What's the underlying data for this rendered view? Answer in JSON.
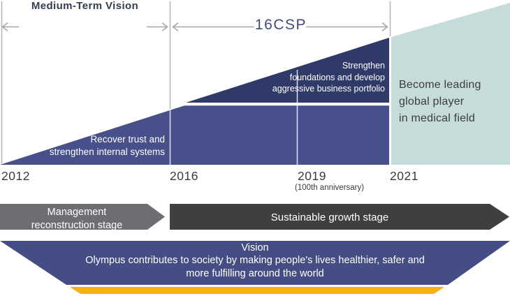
{
  "phases": {
    "phase1_label": "Medium-Term Vision",
    "phase2_label": "16CSP"
  },
  "triangle": {
    "recover_label": "Recover trust and\nstrengthen internal systems",
    "strengthen_label": "Strengthen\nfoundations and develop\naggressive business portfolio",
    "goal_label": "Become leading\nglobal player\nin medical field"
  },
  "years": {
    "y2012": "2012",
    "y2016": "2016",
    "y2019": "2019",
    "y2019_sub": "(100th anniversary)",
    "y2021": "2021"
  },
  "stages": {
    "stage1_label": "Management\nreconstruction stage",
    "stage2_label": "Sustainable growth stage"
  },
  "vision": {
    "title": "Vision",
    "statement": "Olympus contributes to society by making people's lives healthier, safer and\nmore fulfilling around the world"
  },
  "colors": {
    "indigo_triangle": "#47508a",
    "dark_navy_wedge": "#2f3a68",
    "teal_goal_area": "#c6dcda",
    "banner_navy": "#444d84",
    "banner_yellow": "#f8af1e",
    "stage1_gray": "#6d6e71",
    "stage2_dark_gray": "#3e3f41",
    "gridline_gray": "#b3b4b6",
    "range_arrow_gray": "#a6a8ab",
    "dark_text": "#3b3b3d",
    "phase2_text_navy": "#3f4b82"
  }
}
